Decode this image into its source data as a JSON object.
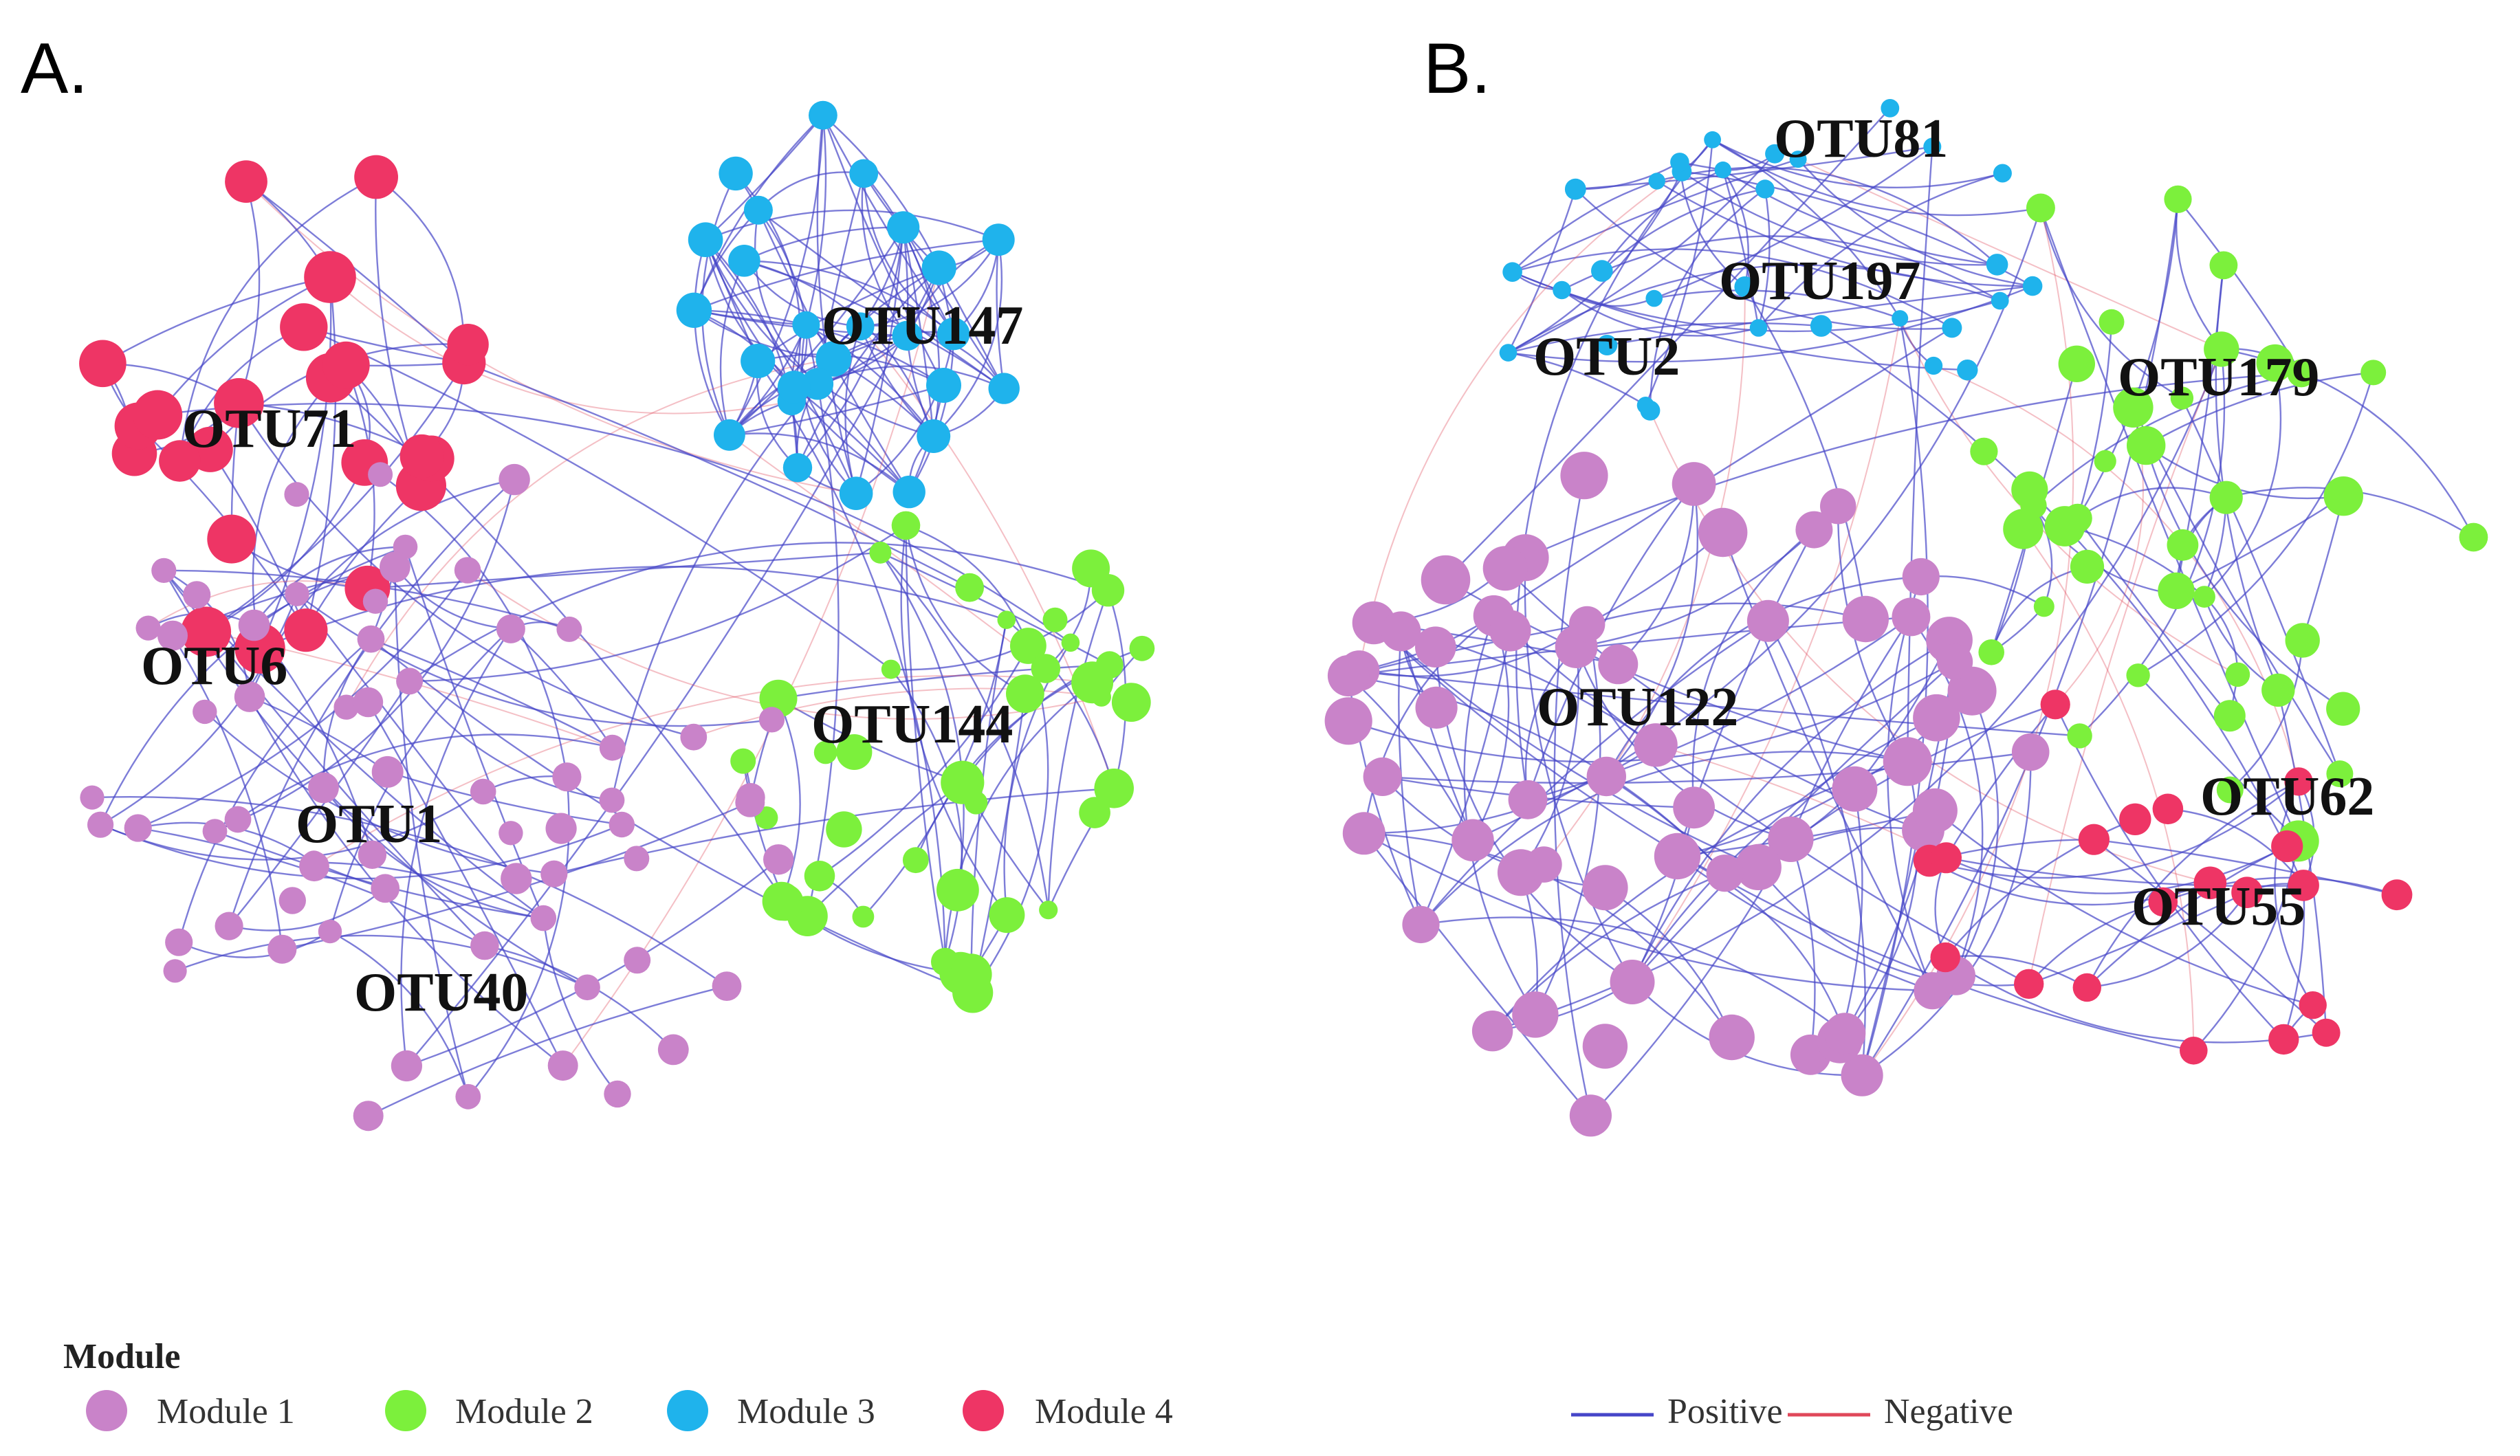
{
  "panels": [
    {
      "letter": "A.",
      "hubs": [
        "OTU147",
        "OTU71",
        "OTU6",
        "OTU144",
        "OTU1",
        "OTU40"
      ]
    },
    {
      "letter": "B.",
      "hubs": [
        "OTU81",
        "OTU197",
        "OTU2",
        "OTU179",
        "OTU122",
        "OTU62",
        "OTU55"
      ]
    }
  ],
  "legend": {
    "module_title": "Module",
    "modules": [
      {
        "label": "Module 1",
        "color": "#c983c9"
      },
      {
        "label": "Module 2",
        "color": "#7cf03c"
      },
      {
        "label": "Module 3",
        "color": "#1fb3ec"
      },
      {
        "label": "Module 4",
        "color": "#ee3565"
      }
    ],
    "edges": [
      {
        "label": "Positive",
        "color": "#4646c8"
      },
      {
        "label": "Negative",
        "color": "#e0485a"
      }
    ]
  },
  "colors": {
    "module_1": "#c983c9",
    "module_1_light": "#d49ae9",
    "module_2": "#7cf03c",
    "module_3": "#1fb3ec",
    "module_4": "#ee3565",
    "edge_positive": "#4646c8",
    "edge_negative": "#e0485a"
  }
}
